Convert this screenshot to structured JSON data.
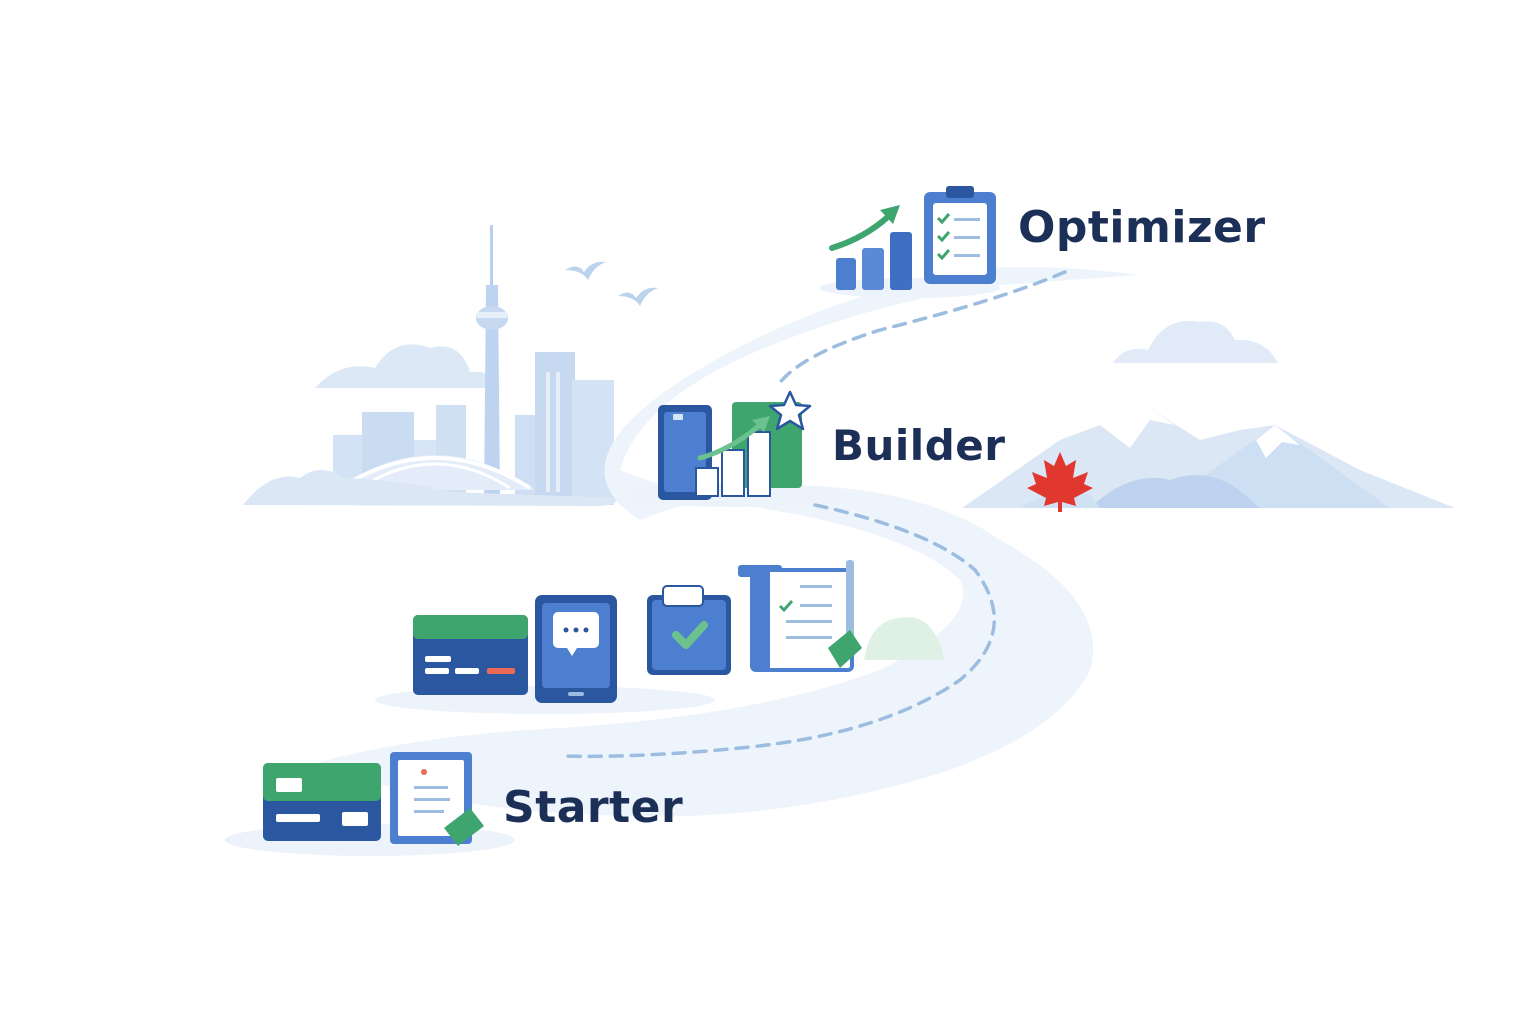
{
  "stages": [
    {
      "id": "starter",
      "label": "Starter"
    },
    {
      "id": "builder",
      "label": "Builder"
    },
    {
      "id": "optimizer",
      "label": "Optimizer"
    }
  ],
  "icons": {
    "starter": [
      "credit-card-icon",
      "document-pencil-icon"
    ],
    "midpoint": [
      "credit-card-icon",
      "phone-chat-icon",
      "clipboard-check-icon",
      "document-checklist-icon"
    ],
    "builder": [
      "phone-icon",
      "bar-chart-star-icon"
    ],
    "optimizer": [
      "growth-chart-icon",
      "clipboard-checklist-icon"
    ],
    "scenery": [
      "toronto-skyline-icon",
      "cn-tower-icon",
      "birds-icon",
      "cloud-icon",
      "mountains-icon",
      "maple-leaf-icon"
    ]
  },
  "colors": {
    "label_text": "#1b2f57",
    "navy": "#2a57a0",
    "blue": "#4d7fd0",
    "green": "#3fa56e",
    "light_green": "#6cc28f",
    "path": "#eef4fb",
    "dash": "#9cbde0",
    "scenery": "#d6e5f6",
    "maple": "#e0382f",
    "accent_red": "#ea6a57"
  }
}
